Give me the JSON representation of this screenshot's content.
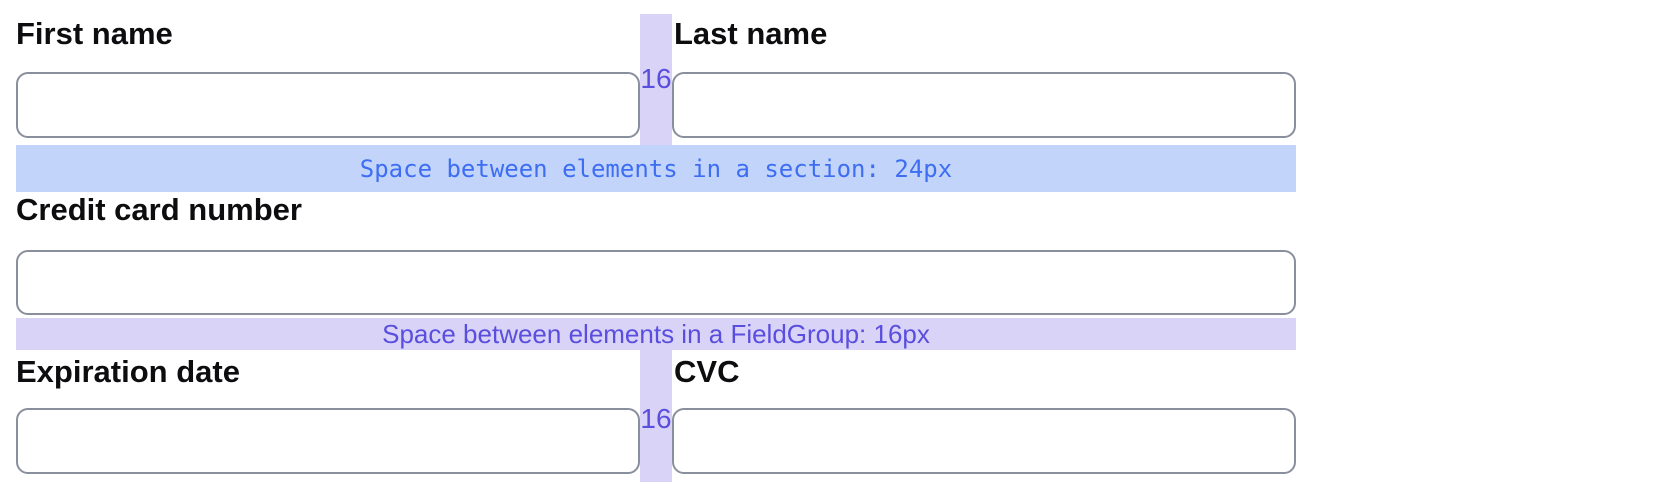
{
  "fields": {
    "first_name": {
      "label": "First name",
      "value": ""
    },
    "last_name": {
      "label": "Last name",
      "value": ""
    },
    "credit_card": {
      "label": "Credit card number",
      "value": ""
    },
    "expiration": {
      "label": "Expiration date",
      "value": ""
    },
    "cvc": {
      "label": "CVC",
      "value": ""
    }
  },
  "annotations": {
    "section_gap": {
      "text": "Space between elements in a section: 24px",
      "band_color": "#c3d4fb",
      "text_color": "#3d6ef2"
    },
    "fieldgroup_gap": {
      "text": "Space between elements in a FieldGroup: 16px",
      "band_color": "#d8d3f7",
      "text_color": "#5a4ede"
    },
    "column_gap": {
      "value": "16",
      "strip_color": "#d8d3f7",
      "text_color": "#5a4ede"
    }
  }
}
